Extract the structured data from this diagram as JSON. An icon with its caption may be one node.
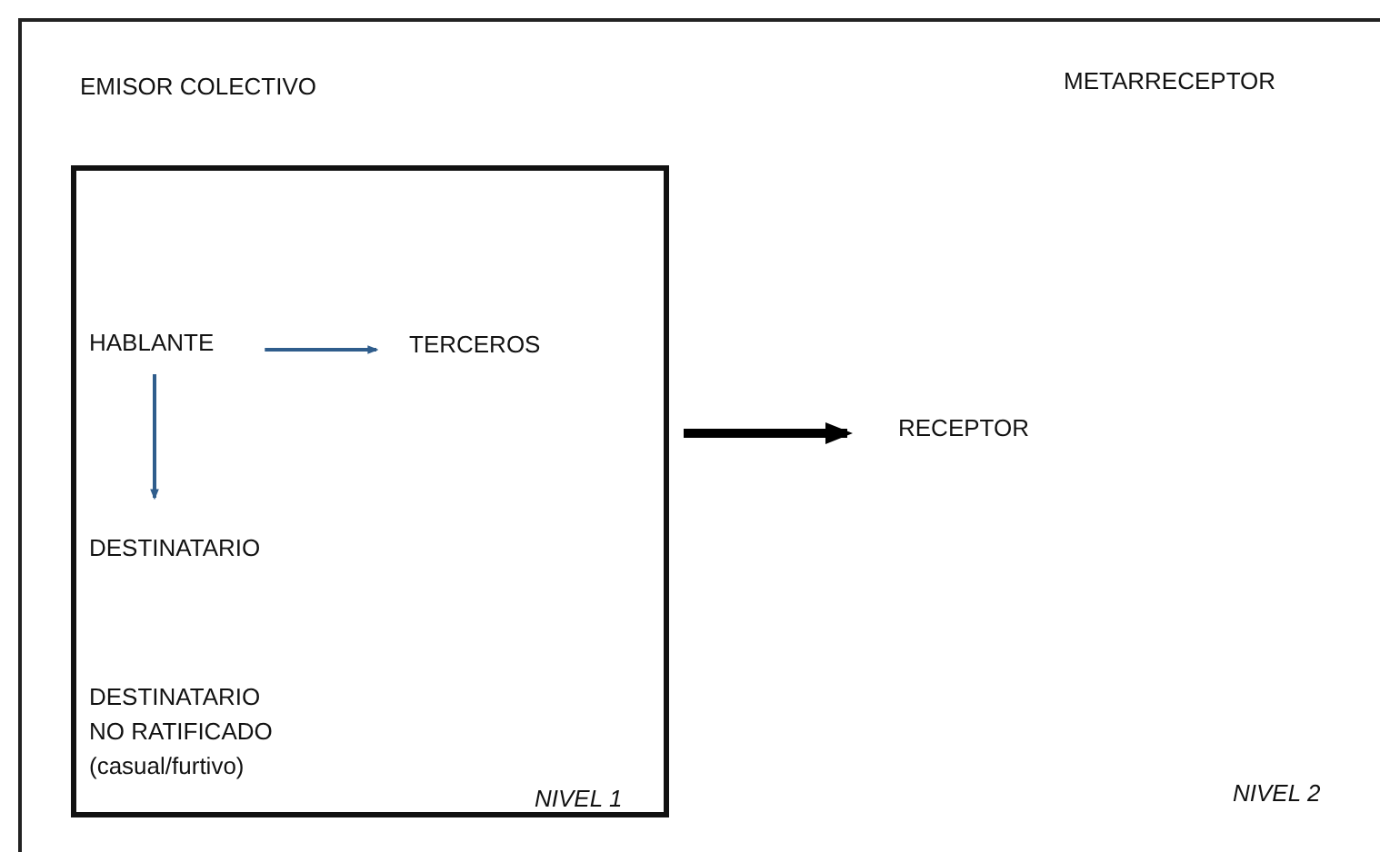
{
  "diagram": {
    "nodes": [
      {
        "text": [
          "EMISOR COLECTIVO",
          "METARRECEPTOR",
          "NIVEL 2"
        ]
      },
      {
        "text": [
          "NIVEL 1"
        ],
        "in": 0
      },
      {
        "text": [
          "HABLANTE"
        ],
        "in": 1
      },
      {
        "text": [
          "TERCEROS"
        ],
        "in": 1
      },
      {
        "text": [
          "DESTINATARIO"
        ],
        "in": 1
      },
      {
        "text": [
          "DESTINATARIO NO RATIFICADO (casual/furtivo)"
        ],
        "in": 1
      },
      {
        "text": [
          "RECEPTOR"
        ],
        "in": 0
      }
    ],
    "edges": [
      {
        "from": 2,
        "to": 3,
        "arrow": "to"
      },
      {
        "from": 2,
        "to": 4,
        "arrow": "to"
      },
      {
        "from": 1,
        "to": 6,
        "arrow": "to",
        "style": "thick",
        "color": "#000000"
      }
    ]
  }
}
